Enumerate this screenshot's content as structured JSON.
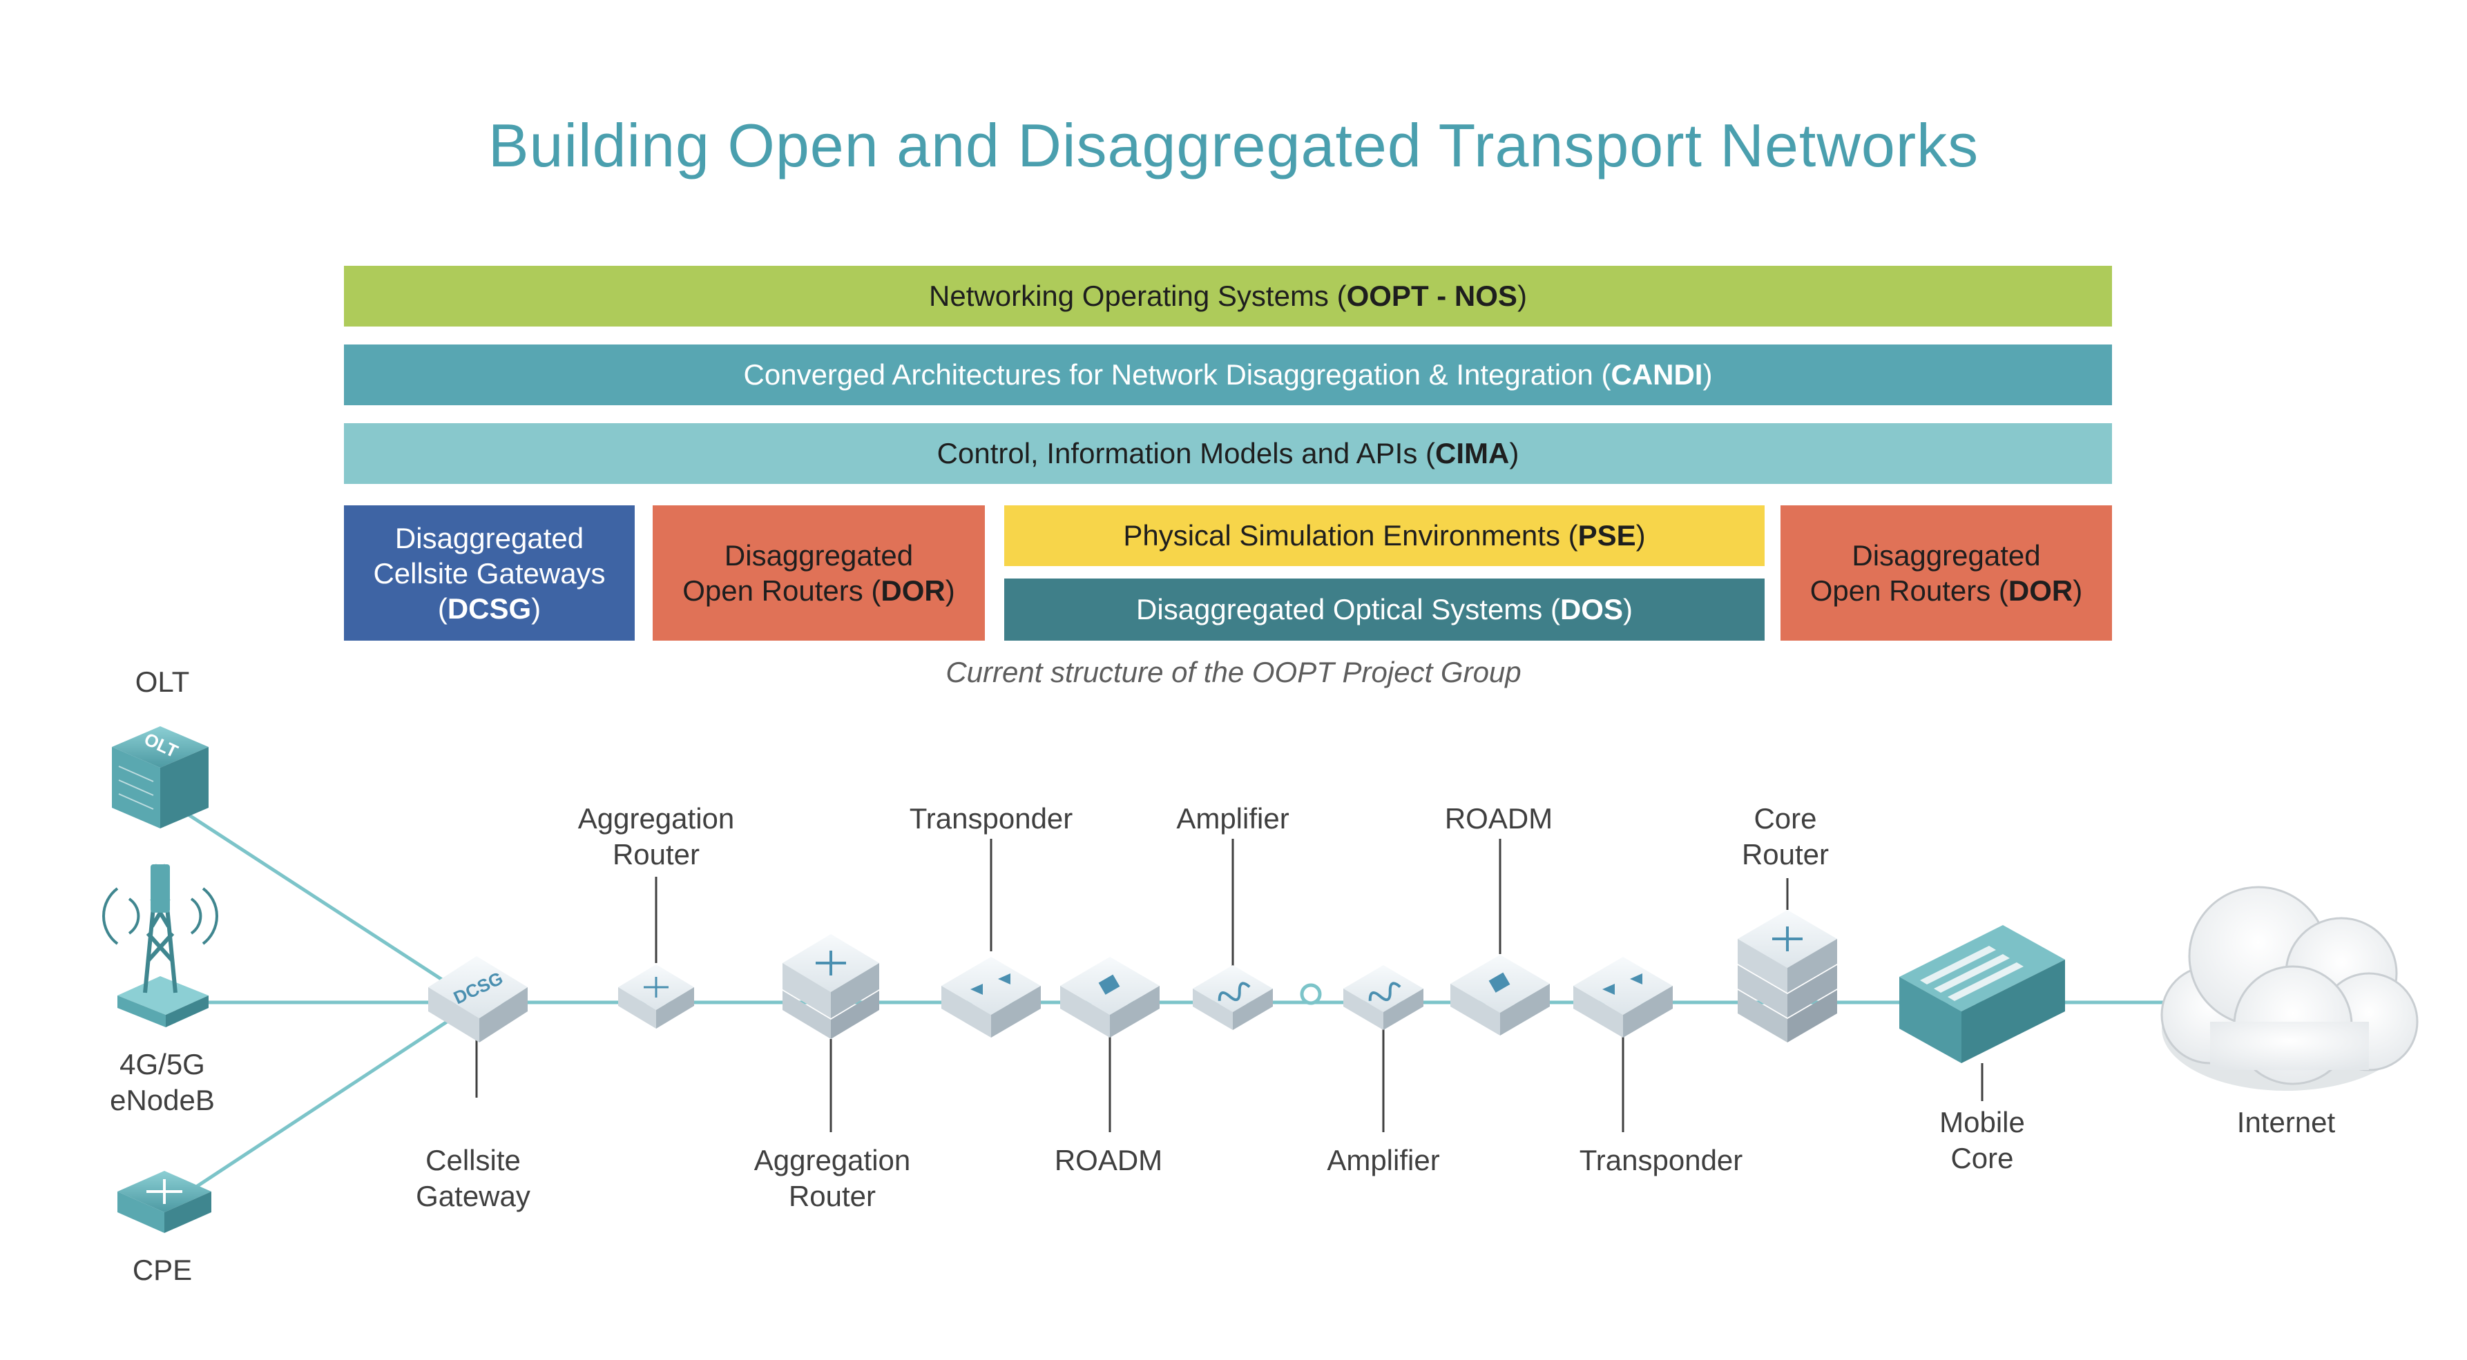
{
  "title": "Building Open and Disaggregated Transport Networks",
  "layers": {
    "nos": {
      "text": "Networking Operating Systems (",
      "bold": "OOPT - NOS",
      "end": ")",
      "color": "#aecb5a"
    },
    "candi": {
      "text": "Converged Architectures for Network Disaggregation & Integration (",
      "bold": "CANDI",
      "end": ")",
      "color": "#58a6b2"
    },
    "cima": {
      "text": "Control, Information Models and APIs (",
      "bold": "CIMA",
      "end": ")",
      "color": "#88c8cc"
    },
    "dcsg": {
      "line1": "Disaggregated",
      "line2": "Cellsite Gateways",
      "line3_pre": "(",
      "bold": "DCSG",
      "line3_post": ")",
      "color": "#3e64a4"
    },
    "dor_left": {
      "line1": "Disaggregated",
      "line2_pre": "Open Routers (",
      "bold": "DOR",
      "line2_post": ")",
      "color": "#e07257"
    },
    "pse": {
      "text": "Physical Simulation Environments (",
      "bold": "PSE",
      "end": ")",
      "color": "#f7d54a"
    },
    "dos": {
      "text": "Disaggregated Optical Systems (",
      "bold": "DOS",
      "end": ")",
      "color": "#3f7f89"
    },
    "dor_right": {
      "line1": "Disaggregated",
      "line2_pre": "Open Routers (",
      "bold": "DOR",
      "line2_post": ")",
      "color": "#e07257"
    }
  },
  "caption": "Current structure of the OOPT Project Group",
  "labels": {
    "olt": "OLT",
    "enodeb_1": "4G/5G",
    "enodeb_2": "eNodeB",
    "cpe": "CPE",
    "cellsite_1": "Cellsite",
    "cellsite_2": "Gateway",
    "agg_top_1": "Aggregation",
    "agg_top_2": "Router",
    "agg_bottom_1": "Aggregation",
    "agg_bottom_2": "Router",
    "transponder_top": "Transponder",
    "roadm_bottom": "ROADM",
    "amplifier_top": "Amplifier",
    "amplifier_bottom": "Amplifier",
    "roadm_top": "ROADM",
    "transponder_bottom": "Transponder",
    "core_1": "Core",
    "core_2": "Router",
    "mobile_1": "Mobile",
    "mobile_2": "Core",
    "internet": "Internet"
  },
  "device_text": {
    "olt": "OLT",
    "dcsg": "DCSG"
  },
  "colors": {
    "line": "#7cc4c9",
    "device_top": "#eef3f6",
    "device_side": "#b9c5cd",
    "accent": "#4a9fae",
    "teal_device": "#5aa8b0"
  }
}
